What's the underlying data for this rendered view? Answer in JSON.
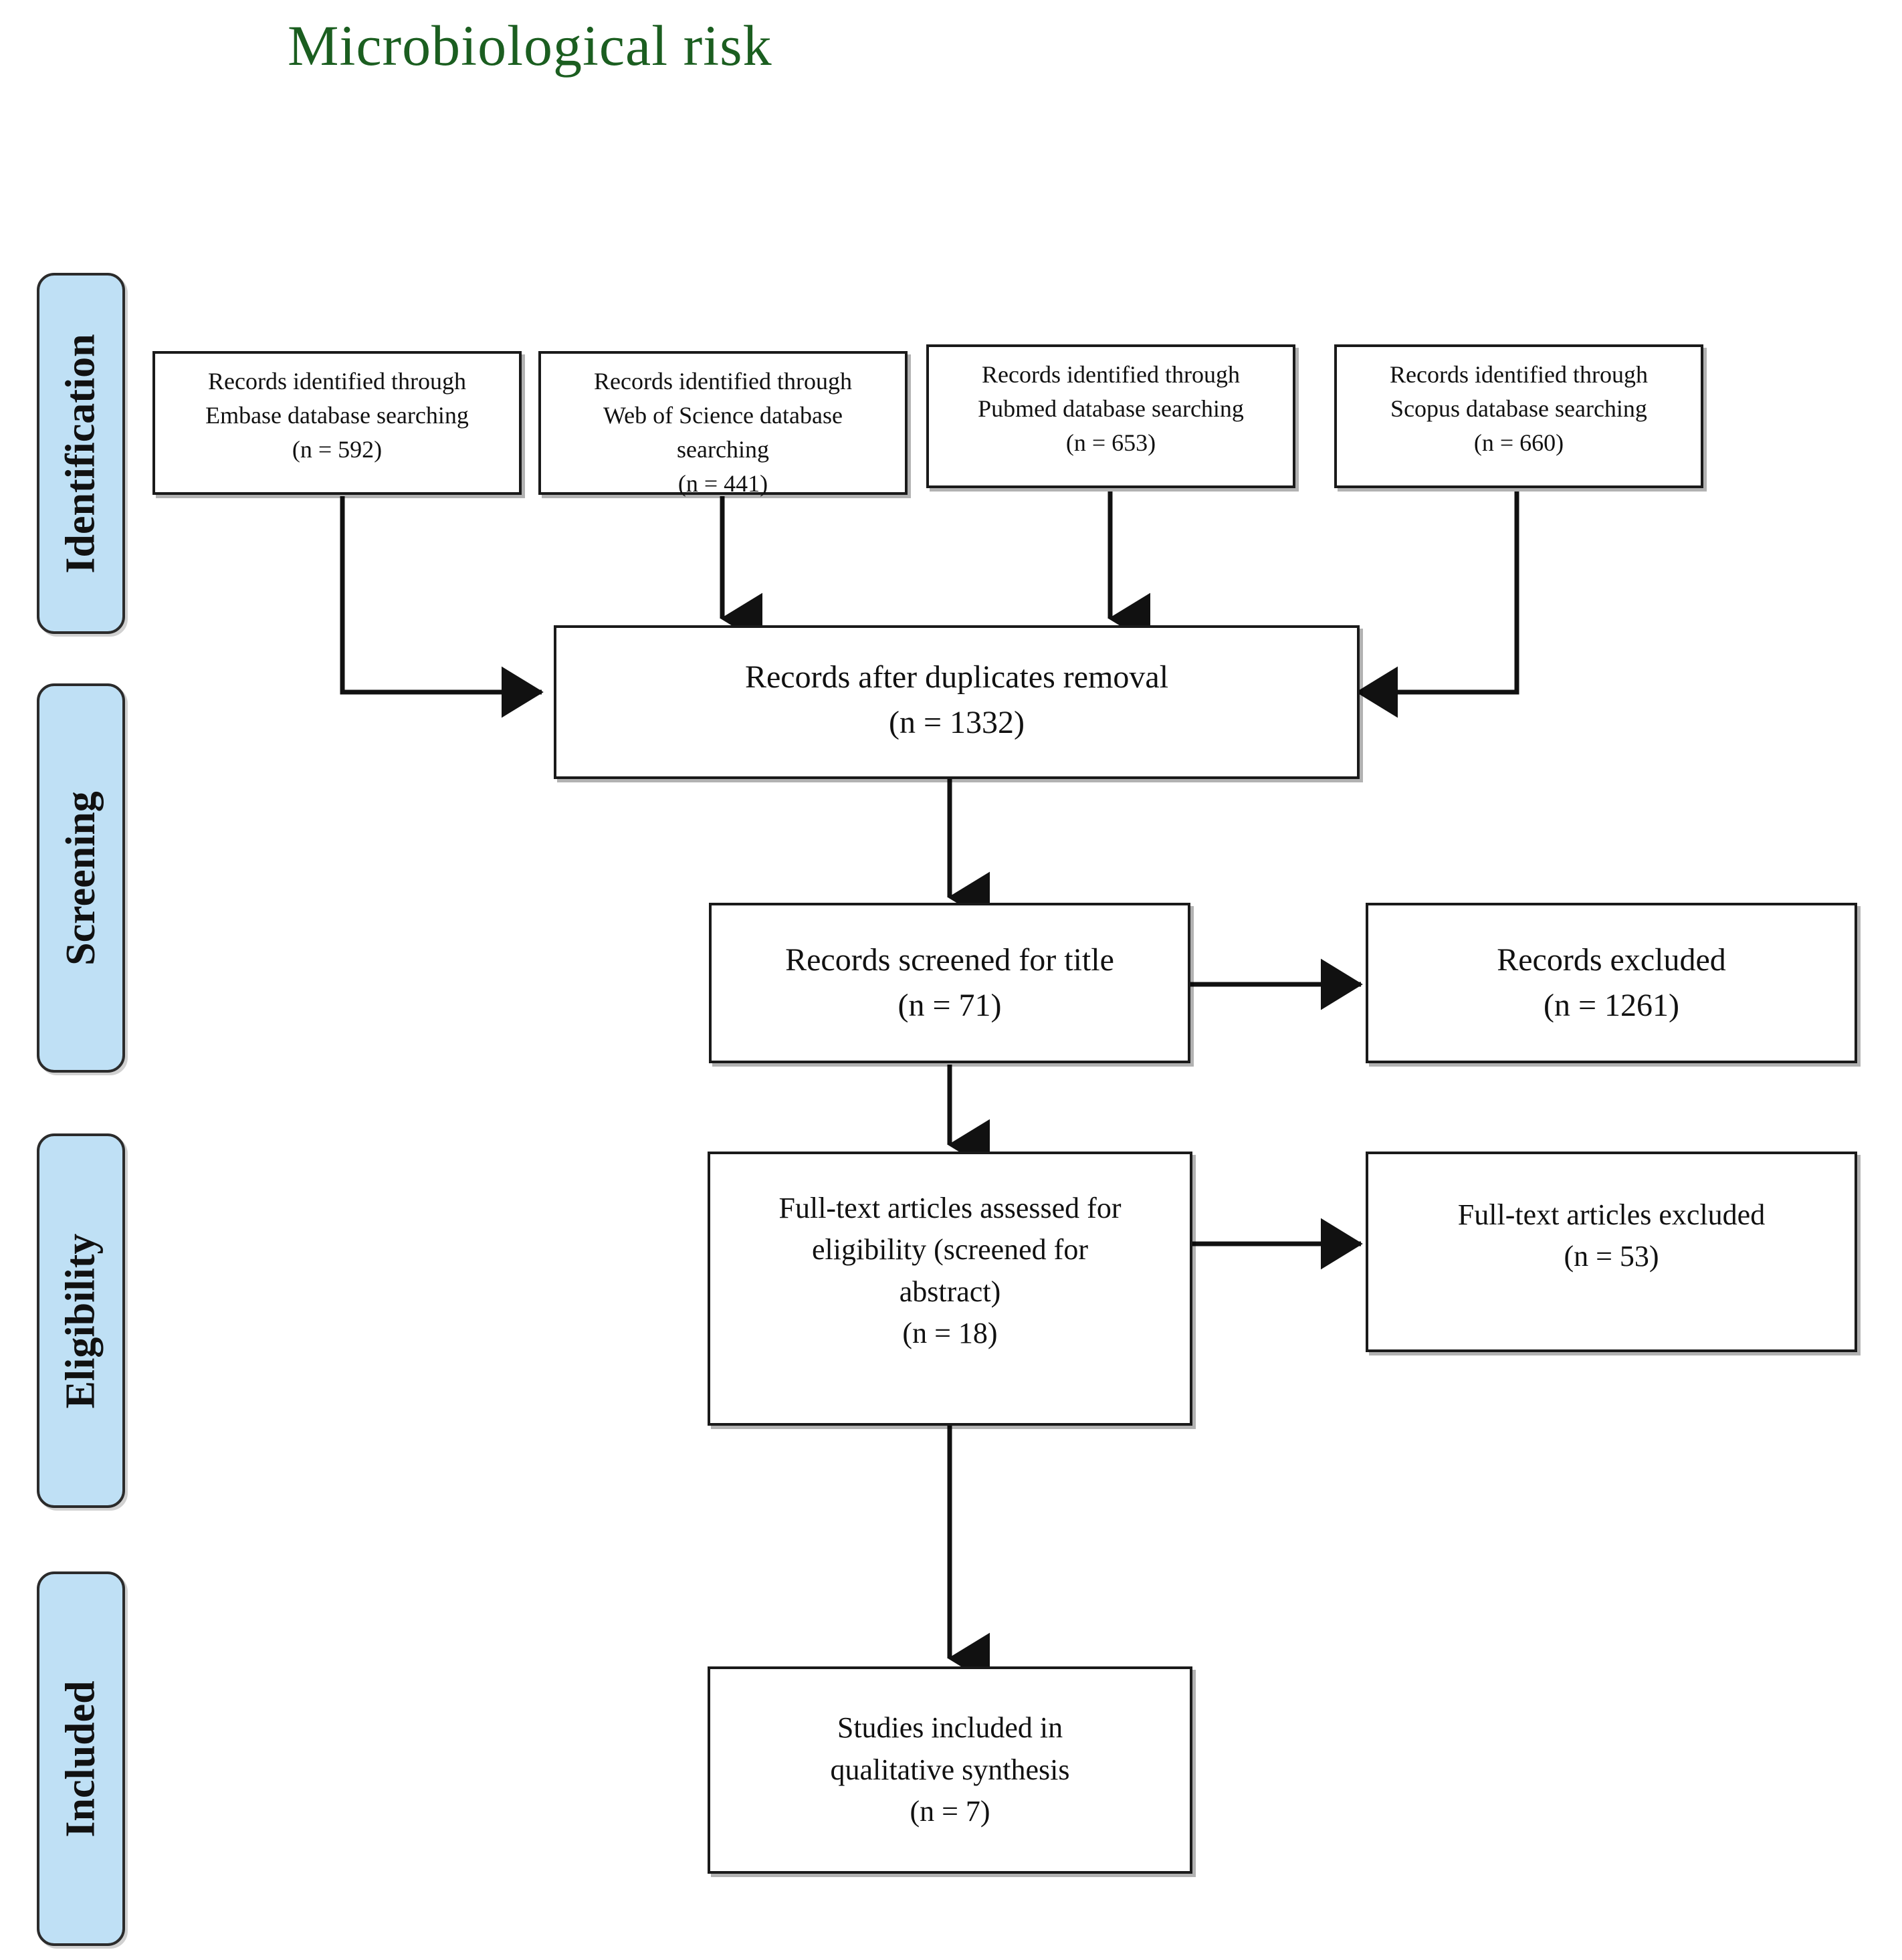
{
  "title": "Microbiological risk",
  "title_color": "#1b5e20",
  "stages": [
    {
      "key": "identification",
      "label": "Identification"
    },
    {
      "key": "screening",
      "label": "Screening"
    },
    {
      "key": "eligibility",
      "label": "Eligibility"
    },
    {
      "key": "included",
      "label": "Included"
    }
  ],
  "stage_bar_color": "#bfe0f5",
  "boxes": {
    "embase": {
      "text": "Records identified through\nEmbase database searching\n(n = 592)"
    },
    "web_of_science": {
      "text": "Records identified through\nWeb of Science database\nsearching\n(n = 441)"
    },
    "pubmed": {
      "text": "Records identified through\nPubmed database searching\n(n = 653)"
    },
    "scopus": {
      "text": "Records identified through\nScopus database searching\n(n = 660)"
    },
    "duplicates_removed": {
      "text": "Records after duplicates removal\n(n = 1332)"
    },
    "screened_title": {
      "text": "Records screened for title\n(n = 71)"
    },
    "records_excluded": {
      "text": "Records excluded\n(n = 1261)"
    },
    "fulltext_assessed": {
      "text": "Full-text articles assessed for\neligibility (screened for\nabstract)\n(n = 18)"
    },
    "fulltext_excluded": {
      "text": "Full-text articles excluded\n(n = 53)"
    },
    "included_studies": {
      "text": "Studies included in\nqualitative synthesis\n(n = 7)"
    }
  },
  "chart_data": {
    "type": "diagram",
    "title": "Microbiological risk",
    "diagram_kind": "PRISMA flow diagram",
    "stages": [
      "Identification",
      "Screening",
      "Eligibility",
      "Included"
    ],
    "nodes": [
      {
        "id": "embase",
        "stage": "Identification",
        "label": "Records identified through Embase database searching",
        "n": 592
      },
      {
        "id": "web_of_science",
        "stage": "Identification",
        "label": "Records identified through Web of Science database searching",
        "n": 441
      },
      {
        "id": "pubmed",
        "stage": "Identification",
        "label": "Records identified through Pubmed database searching",
        "n": 653
      },
      {
        "id": "scopus",
        "stage": "Identification",
        "label": "Records identified through Scopus database searching",
        "n": 660
      },
      {
        "id": "duplicates_removed",
        "stage": "Identification",
        "label": "Records after duplicates removal",
        "n": 1332
      },
      {
        "id": "screened_title",
        "stage": "Screening",
        "label": "Records screened for title",
        "n": 71
      },
      {
        "id": "records_excluded",
        "stage": "Screening",
        "label": "Records excluded",
        "n": 1261
      },
      {
        "id": "fulltext_assessed",
        "stage": "Eligibility",
        "label": "Full-text articles assessed for eligibility (screened for abstract)",
        "n": 18
      },
      {
        "id": "fulltext_excluded",
        "stage": "Eligibility",
        "label": "Full-text articles excluded",
        "n": 53
      },
      {
        "id": "included_studies",
        "stage": "Included",
        "label": "Studies included in qualitative synthesis",
        "n": 7
      }
    ],
    "edges": [
      {
        "from": "embase",
        "to": "duplicates_removed"
      },
      {
        "from": "web_of_science",
        "to": "duplicates_removed"
      },
      {
        "from": "pubmed",
        "to": "duplicates_removed"
      },
      {
        "from": "scopus",
        "to": "duplicates_removed"
      },
      {
        "from": "duplicates_removed",
        "to": "screened_title"
      },
      {
        "from": "screened_title",
        "to": "records_excluded"
      },
      {
        "from": "screened_title",
        "to": "fulltext_assessed"
      },
      {
        "from": "fulltext_assessed",
        "to": "fulltext_excluded"
      },
      {
        "from": "fulltext_assessed",
        "to": "included_studies"
      }
    ]
  }
}
